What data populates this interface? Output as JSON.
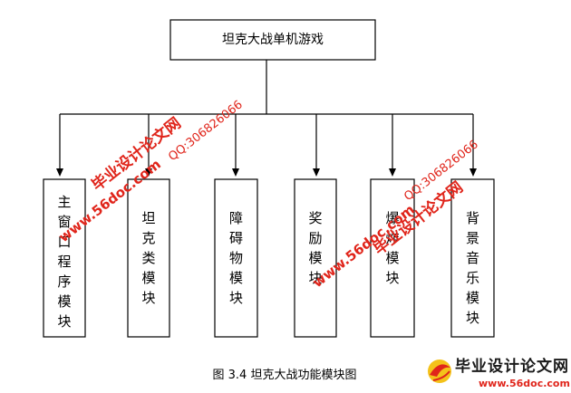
{
  "diagram": {
    "root_label": "坦克大战单机游戏",
    "modules": [
      {
        "label": "主窗口程序模块"
      },
      {
        "label": "坦克类模块"
      },
      {
        "label": "障碍物模块"
      },
      {
        "label": "奖励模块"
      },
      {
        "label": "爆炸模块"
      },
      {
        "label": "背景音乐模块"
      }
    ],
    "caption": "图 3.4  坦克大战功能模块图"
  },
  "watermark": {
    "site_name": "毕业设计论文网",
    "url": "www.56doc.com",
    "qq": "QQ:306826066",
    "color": "#e0251b"
  },
  "logo": {
    "name": "毕业设计论文网",
    "url": "www.56doc.com"
  }
}
